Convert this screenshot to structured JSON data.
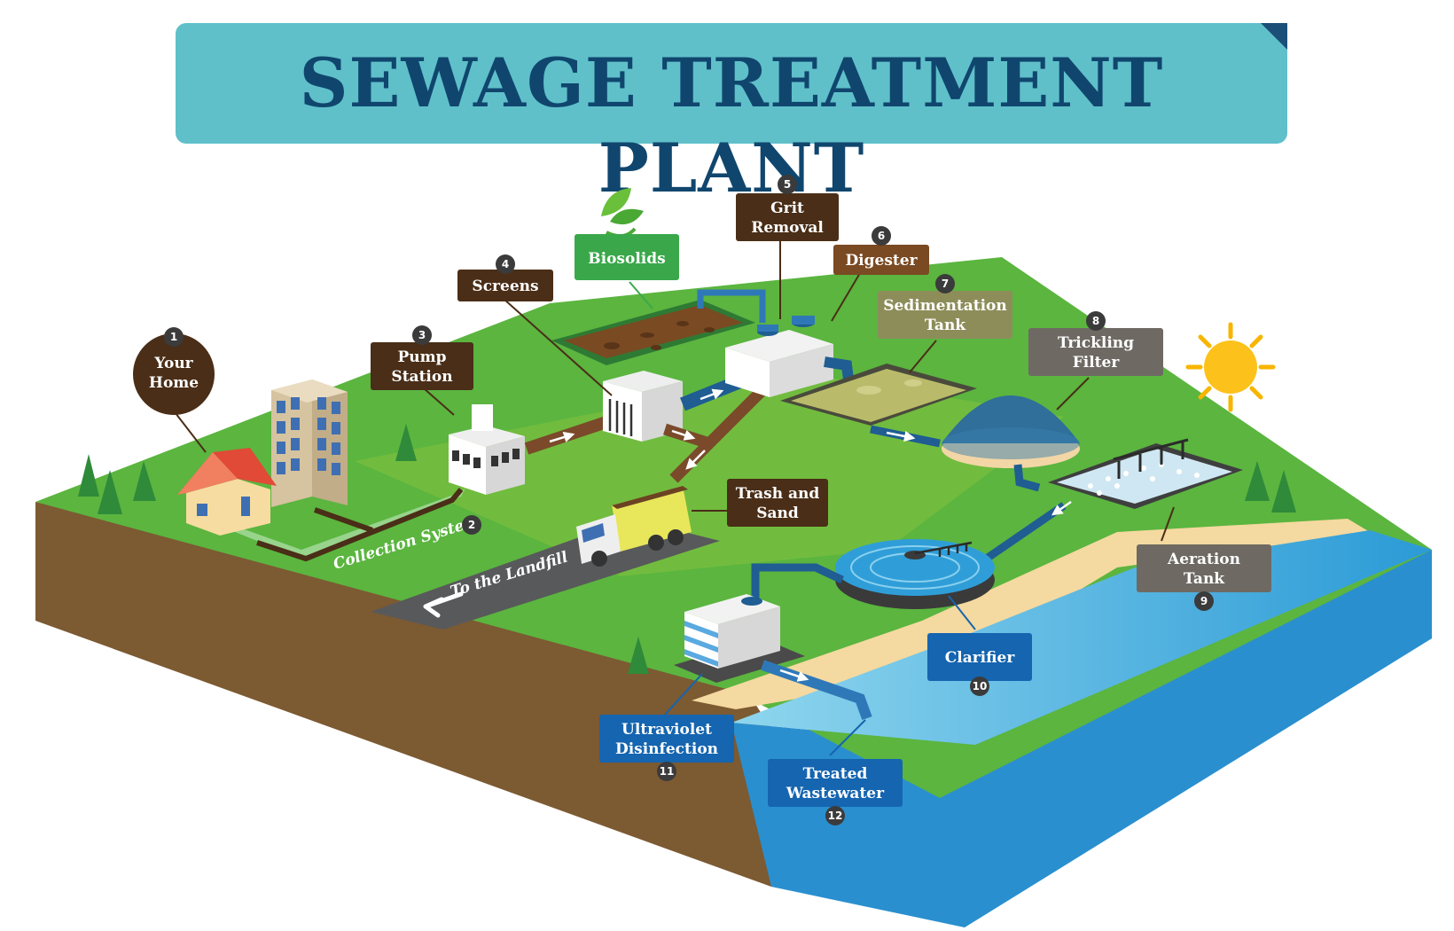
{
  "title": "SEWAGE TREATMENT PLANT",
  "colors": {
    "banner": "#5fc0ca",
    "title_text": "#10466e",
    "grass": "#5bb53f",
    "soil": "#7c5a32",
    "water": "#2f9ed8",
    "label_dark": "#4a2e17",
    "label_green": "#3aa84a",
    "label_olive": "#8d8d5a",
    "label_gray": "#6e6a63",
    "label_blue": "#1565b0"
  },
  "labels": {
    "your_home": {
      "num": "1",
      "lines": [
        "Your",
        "Home"
      ]
    },
    "collection_system": {
      "num": "2",
      "text": "Collection System"
    },
    "pump_station": {
      "num": "3",
      "lines": [
        "Pump",
        "Station"
      ]
    },
    "screens": {
      "num": "4",
      "lines": [
        "Screens"
      ]
    },
    "biosolids": {
      "lines": [
        "Biosolids"
      ]
    },
    "grit_removal": {
      "num": "5",
      "lines": [
        "Grit",
        "Removal"
      ]
    },
    "digester": {
      "num": "6",
      "lines": [
        "Digester"
      ]
    },
    "sedimentation_tank": {
      "num": "7",
      "lines": [
        "Sedimentation",
        "Tank"
      ]
    },
    "trickling_filter": {
      "num": "8",
      "lines": [
        "Trickling",
        "Filter"
      ]
    },
    "aeration_tank": {
      "num": "9",
      "lines": [
        "Aeration",
        "Tank"
      ]
    },
    "clarifier": {
      "num": "10",
      "lines": [
        "Clarifier"
      ]
    },
    "ultraviolet_disinfection": {
      "num": "11",
      "lines": [
        "Ultraviolet",
        "Disinfection"
      ]
    },
    "treated_wastewater": {
      "num": "12",
      "lines": [
        "Treated",
        "Wastewater"
      ]
    },
    "trash_and_sand": {
      "lines": [
        "Trash and",
        "Sand"
      ]
    },
    "to_the_landfill": {
      "text": "To the Landfill"
    }
  }
}
